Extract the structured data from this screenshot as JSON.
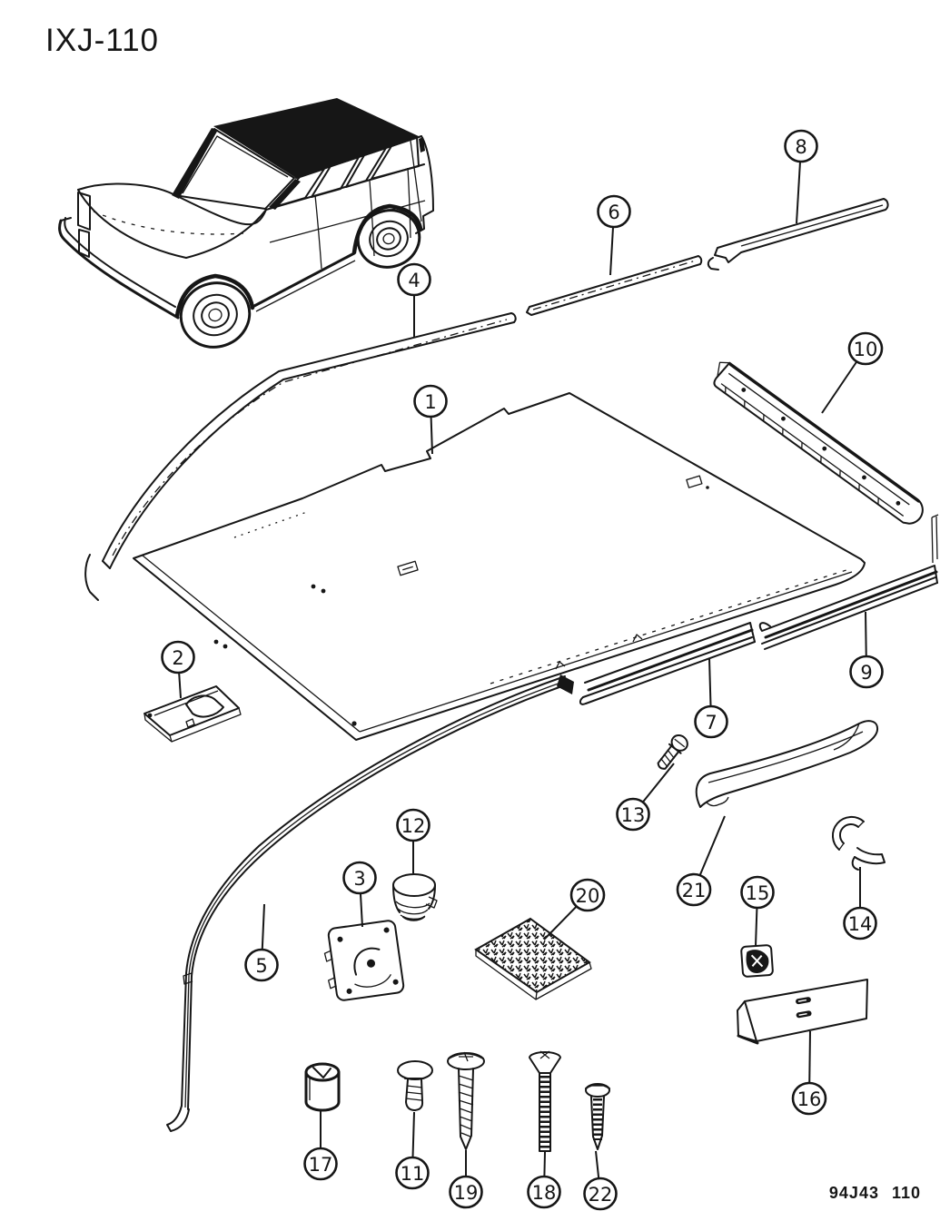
{
  "page": {
    "title": "IXJ-110",
    "figure_code": "94J43 110"
  },
  "colors": {
    "ink": "#161616",
    "paper": "#ffffff"
  },
  "callouts": [
    {
      "n": "1"
    },
    {
      "n": "2"
    },
    {
      "n": "3"
    },
    {
      "n": "4"
    },
    {
      "n": "5"
    },
    {
      "n": "6"
    },
    {
      "n": "7"
    },
    {
      "n": "8"
    },
    {
      "n": "9"
    },
    {
      "n": "10"
    },
    {
      "n": "11"
    },
    {
      "n": "12"
    },
    {
      "n": "13"
    },
    {
      "n": "14"
    },
    {
      "n": "15"
    },
    {
      "n": "16"
    },
    {
      "n": "17"
    },
    {
      "n": "18"
    },
    {
      "n": "19"
    },
    {
      "n": "20"
    },
    {
      "n": "21"
    },
    {
      "n": "22"
    }
  ]
}
